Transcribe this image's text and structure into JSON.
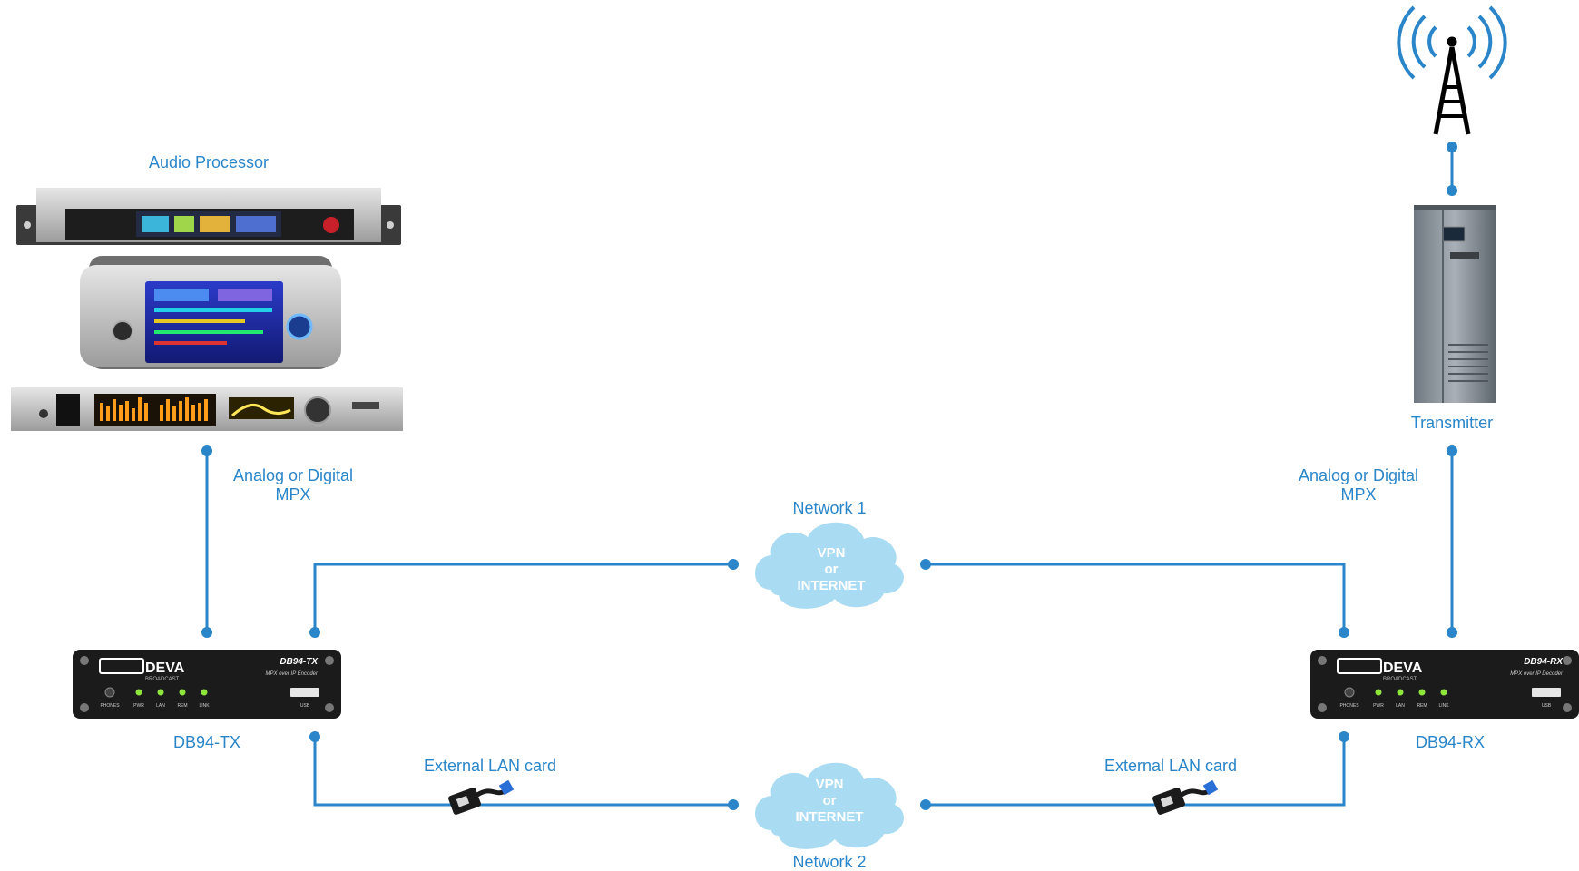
{
  "labels": {
    "audio_processor": "Audio Processor",
    "transmitter": "Transmitter",
    "mpx_left_line1": "Analog or Digital",
    "mpx_left_line2": "MPX",
    "mpx_right_line1": "Analog or Digital",
    "mpx_right_line2": "MPX",
    "network1": "Network 1",
    "network2": "Network 2",
    "ext_lan_left": "External LAN card",
    "ext_lan_right": "External LAN card",
    "tx_name": "DB94-TX",
    "rx_name": "DB94-RX"
  },
  "clouds": {
    "top": {
      "line1": "VPN",
      "line2": "or",
      "line3": "INTERNET"
    },
    "bottom": {
      "line1": "VPN",
      "line2": "or",
      "line3": "INTERNET"
    }
  },
  "devices": {
    "tx": {
      "brand": "DEVA",
      "brand_sub": "BROADCAST",
      "model": "DB94-TX",
      "subtitle": "MPX over IP Encoder",
      "ports": [
        "PHONES",
        "PWR",
        "LAN",
        "REM",
        "LINK"
      ],
      "usb": "USB"
    },
    "rx": {
      "brand": "DEVA",
      "brand_sub": "BROADCAST",
      "model": "DB94-RX",
      "subtitle": "MPX over IP Decoder",
      "ports": [
        "PHONES",
        "PWR",
        "LAN",
        "REM",
        "LINK"
      ],
      "usb": "USB"
    }
  },
  "colors": {
    "line": "#2a86c9",
    "text": "#2a86c9",
    "cloud": "#a9dbf3",
    "device_body": "#1b1b1b",
    "led": "#8ee63a"
  },
  "icons": [
    "antenna-tower-icon",
    "usb-lan-adapter-icon"
  ]
}
